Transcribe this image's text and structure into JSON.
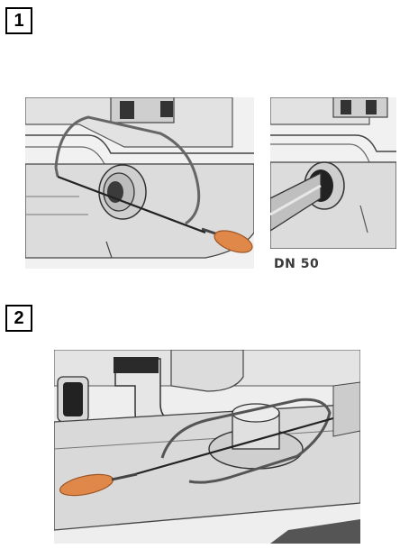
{
  "steps": [
    {
      "number": "1"
    },
    {
      "number": "2"
    }
  ],
  "labels": {
    "pipe_size": "DN 50"
  },
  "icons": [
    "saw-cutting-inlet-illustration",
    "pipe-connected-inlet-illustration",
    "saw-cutting-top-inlet-illustration"
  ],
  "colors": {
    "saw_handle": "#e0884a",
    "housing": "#d8d8d8",
    "outline": "#2a2a2a"
  }
}
